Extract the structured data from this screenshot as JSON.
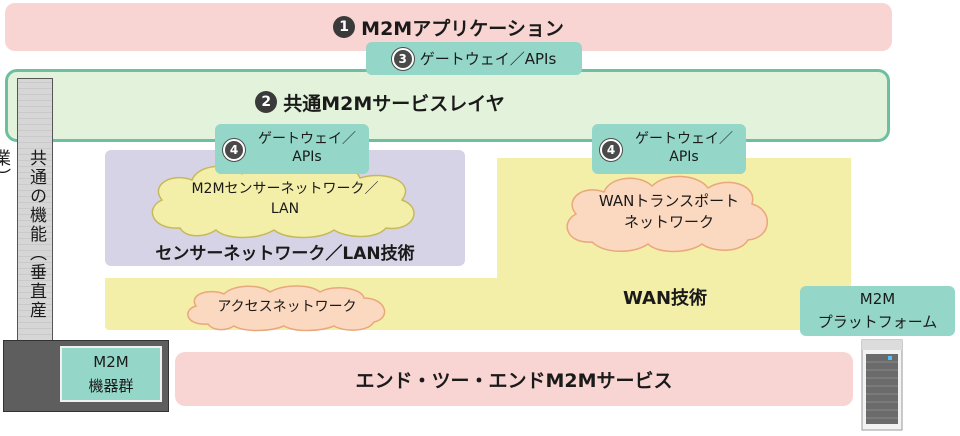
{
  "layers": {
    "app": {
      "number": "1",
      "label": "M2Mアプリケーション"
    },
    "gateway_top": {
      "number": "3",
      "label": "ゲートウェイ／APIs"
    },
    "service_layer": {
      "number": "2",
      "label": "共通M2Mサービスレイヤ"
    },
    "gateway_left": {
      "number": "4",
      "line1": "ゲートウェイ／",
      "line2": "APIs"
    },
    "gateway_right": {
      "number": "4",
      "line1": "ゲートウェイ／",
      "line2": "APIs"
    },
    "sensor_cloud": {
      "line1": "M2Mセンサーネットワーク／",
      "line2": "LAN"
    },
    "sensor_tech": {
      "label": "センサーネットワーク／LAN技術"
    },
    "wan_cloud": {
      "line1": "WANトランスポート",
      "line2": "ネットワーク"
    },
    "access_cloud": {
      "label": "アクセスネットワーク"
    },
    "wan_tech": {
      "label": "WAN技術"
    },
    "vertical": {
      "label": "共通の機能（垂直産業）"
    },
    "devices": {
      "line1": "M2M",
      "line2": "機器群"
    },
    "platform": {
      "line1": "M2M",
      "line2": "プラットフォーム"
    },
    "end_to_end": {
      "label": "エンド・ツー・エンドM2Mサービス"
    }
  },
  "colors": {
    "pink": "#f8d4d2",
    "green_fill": "#e3f2db",
    "green_border": "#6cbf9f",
    "teal": "#94d6c7",
    "lavender": "#d7d3e6",
    "yellow": "#f4efa8",
    "cloud": "#fbd8c0",
    "cloud_stroke": "#e9a77c"
  }
}
